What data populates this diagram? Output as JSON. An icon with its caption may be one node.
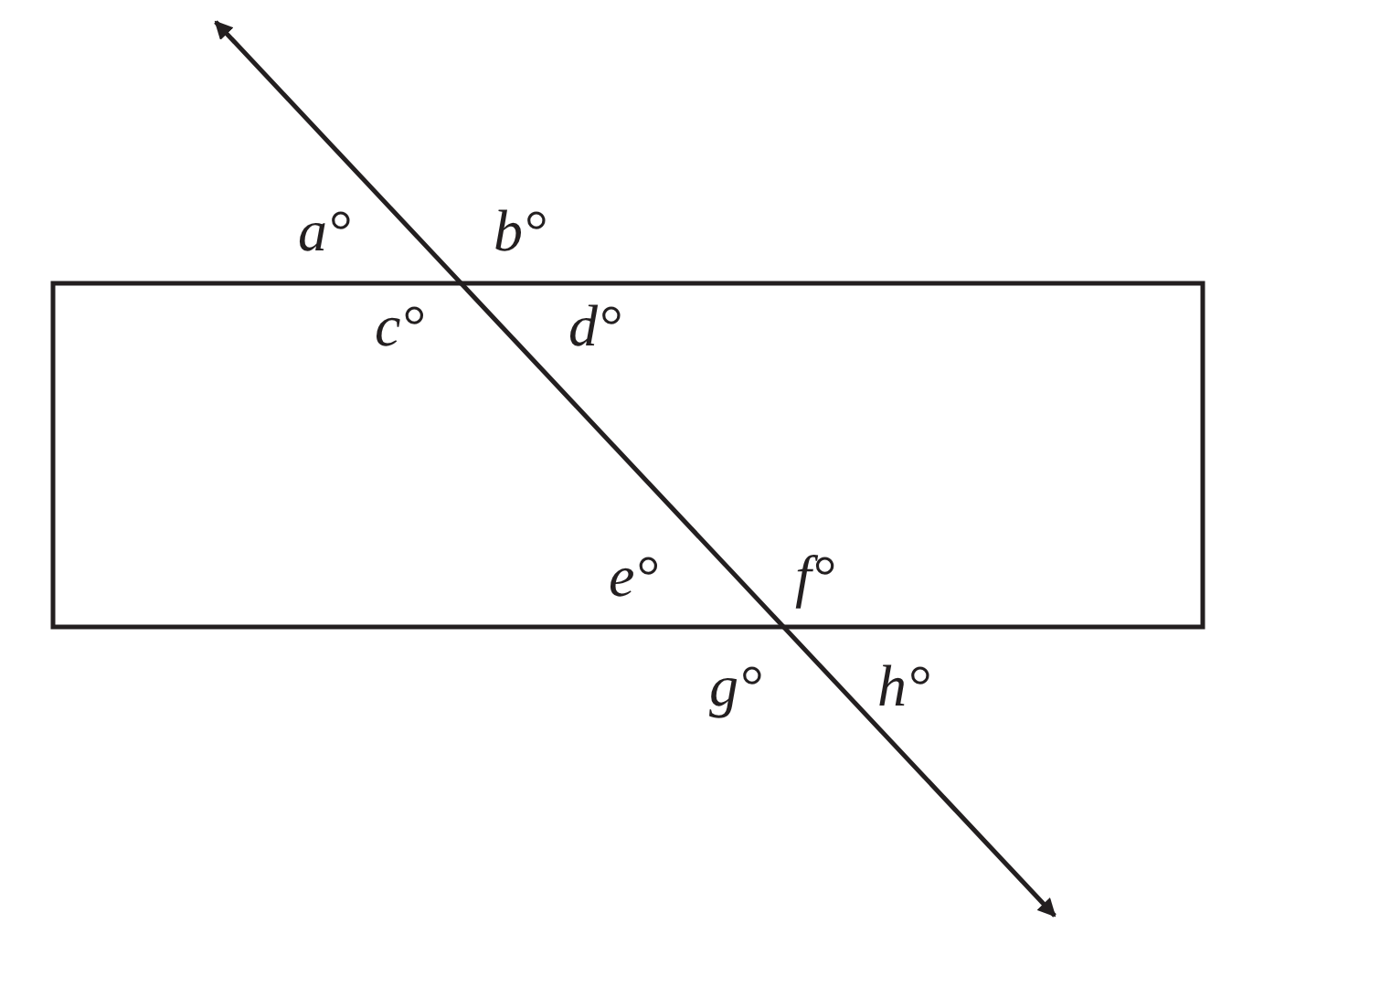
{
  "diagram": {
    "labels": [
      "a°",
      "b°",
      "c°",
      "d°",
      "e°",
      "f°",
      "g°",
      "h°"
    ]
  }
}
